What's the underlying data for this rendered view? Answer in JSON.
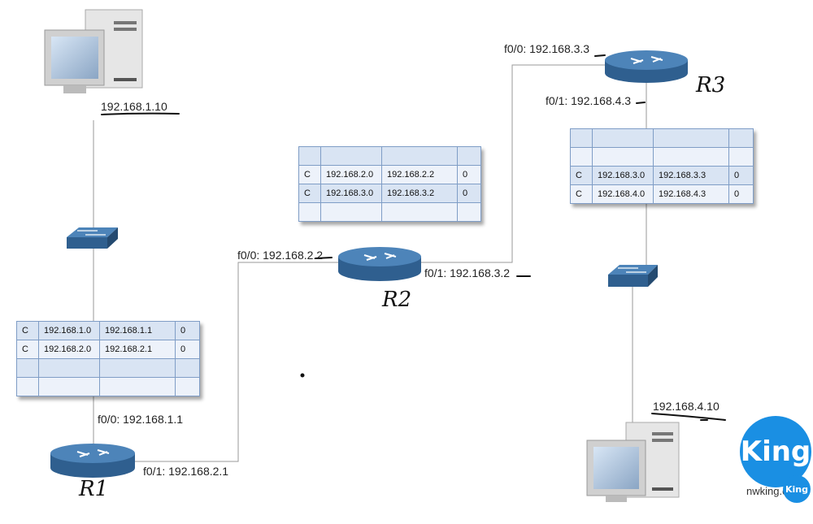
{
  "pc_top": {
    "ip": "192.168.1.10"
  },
  "pc_bottom": {
    "ip": "192.168.4.10"
  },
  "r1": {
    "name": "R1",
    "f00_label": "f0/0: 192.168.1.1",
    "f01_label": "f0/1: 192.168.2.1",
    "table": [
      [
        "C",
        "192.168.1.0",
        "192.168.1.1",
        "0"
      ],
      [
        "C",
        "192.168.2.0",
        "192.168.2.1",
        "0"
      ],
      [
        "",
        "",
        "",
        ""
      ],
      [
        "",
        "",
        "",
        ""
      ]
    ]
  },
  "r2": {
    "name": "R2",
    "f00_label": "f0/0: 192.168.2.2",
    "f01_label": "f0/1: 192.168.3.2",
    "table": [
      [
        "",
        "",
        "",
        ""
      ],
      [
        "C",
        "192.168.2.0",
        "192.168.2.2",
        "0"
      ],
      [
        "C",
        "192.168.3.0",
        "192.168.3.2",
        "0"
      ],
      [
        "",
        "",
        "",
        ""
      ]
    ]
  },
  "r3": {
    "name": "R3",
    "f00_label": "f0/0: 192.168.3.3",
    "f01_label": "f0/1: 192.168.4.3",
    "table": [
      [
        "",
        "",
        "",
        ""
      ],
      [
        "",
        "",
        "",
        ""
      ],
      [
        "C",
        "192.168.3.0",
        "192.168.3.3",
        "0"
      ],
      [
        "C",
        "192.168.4.0",
        "192.168.4.3",
        "0"
      ]
    ]
  },
  "logo": {
    "text": "King",
    "sub": "nwking.org",
    "mini": "King"
  },
  "colors": {
    "device": "#2f5f8f",
    "device_top": "#4d84b9",
    "table_border": "#7f9dc6"
  }
}
